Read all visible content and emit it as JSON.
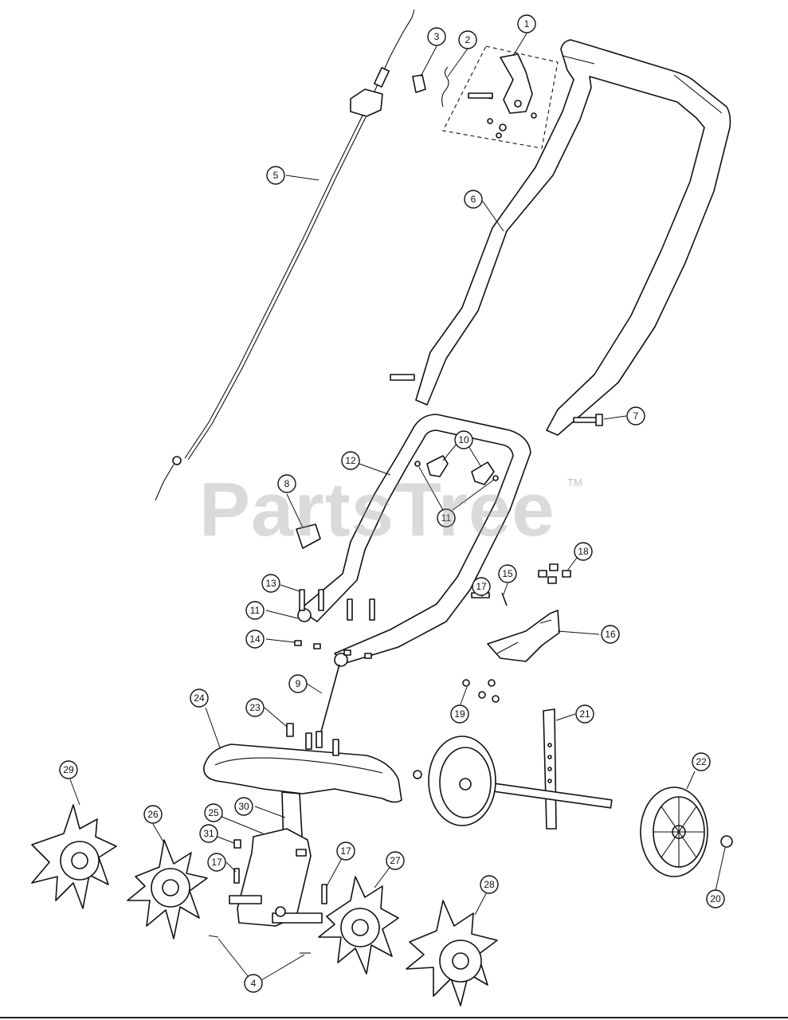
{
  "watermark": {
    "text": "PartsTree",
    "tm": "TM"
  },
  "callouts": {
    "c1": "1",
    "c2": "2",
    "c3": "3",
    "c4": "4",
    "c5": "5",
    "c6": "6",
    "c7": "7",
    "c8": "8",
    "c9": "9",
    "c10": "10",
    "c11a": "11",
    "c11b": "11",
    "c12": "12",
    "c13": "13",
    "c14": "14",
    "c15": "15",
    "c16": "16",
    "c17a": "17",
    "c17b": "17",
    "c17c": "17",
    "c18": "18",
    "c19": "19",
    "c20": "20",
    "c21": "21",
    "c22": "22",
    "c23": "23",
    "c24": "24",
    "c25": "25",
    "c26": "26",
    "c27": "27",
    "c28": "28",
    "c29": "29",
    "c30": "30",
    "c31": "31"
  }
}
